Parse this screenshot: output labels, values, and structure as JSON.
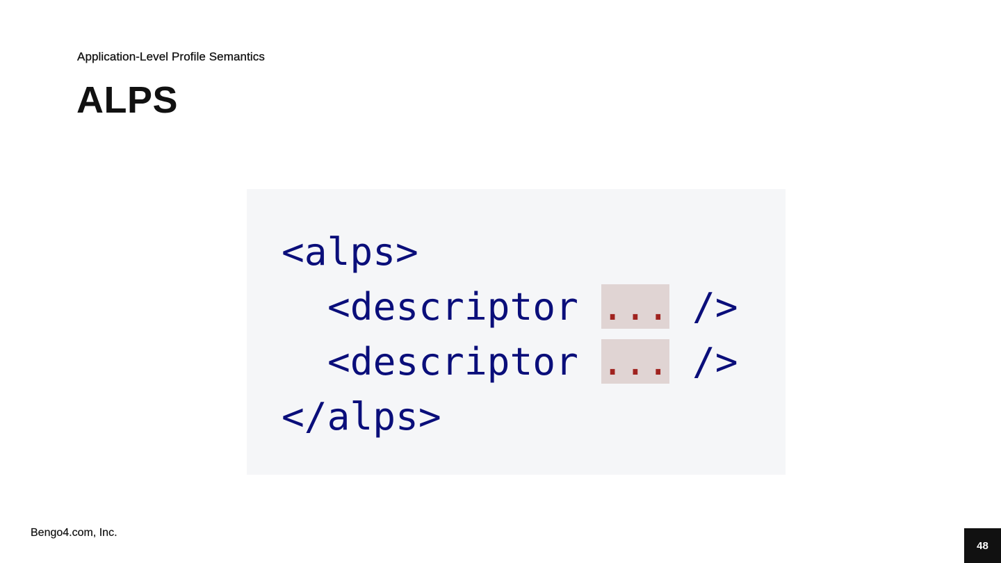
{
  "slide": {
    "subtitle": "Application-Level Profile Semantics",
    "title": "ALPS"
  },
  "code": {
    "line1": "<alps>",
    "line2_start": "<descriptor ",
    "line2_ellipsis": "...",
    "line2_end": " />",
    "line3_start": "<descriptor ",
    "line3_ellipsis": "...",
    "line3_end": " />",
    "line4": "</alps>"
  },
  "footer": {
    "company": "Bengo4.com, Inc.",
    "page_number": "48"
  },
  "colors": {
    "code_tag": "#0a0e7a",
    "code_ellipsis": "#a0231f",
    "code_ellipsis_bg": "#e0d4d3",
    "code_panel_bg": "#f5f6f8",
    "page_badge_bg": "#111111"
  }
}
